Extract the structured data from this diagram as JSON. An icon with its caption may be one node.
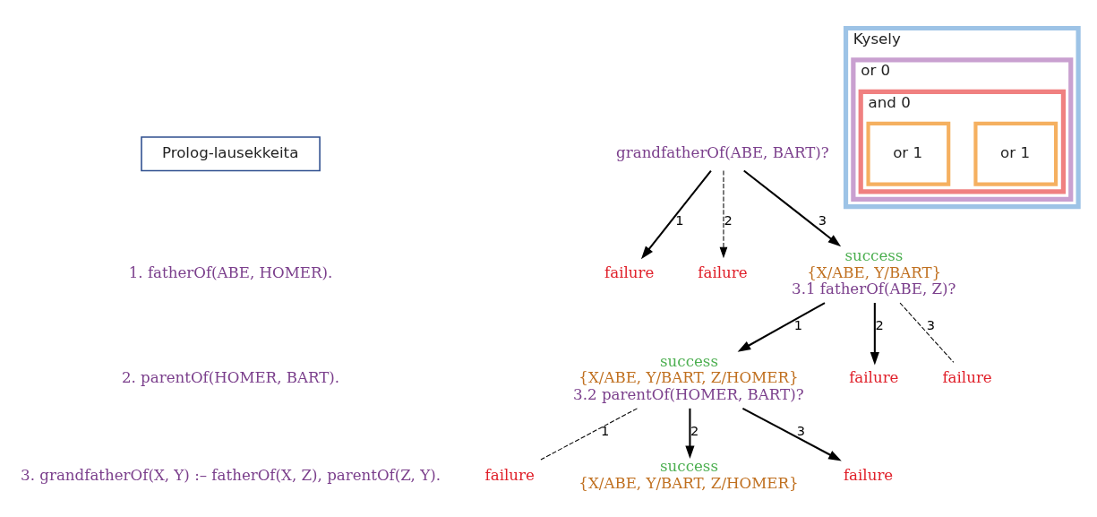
{
  "diagram": {
    "nodes": [
      {
        "text": [
          "Prolog-lausekkeita"
        ]
      },
      {
        "text": [
          "grandfatherOf(ABE, BART)?"
        ]
      },
      {
        "text": [
          "failure"
        ]
      },
      {
        "text": [
          "failure"
        ]
      },
      {
        "text": [
          "success",
          "{X/ABE, Y/BART}",
          "3.1 fatherOf(ABE, Z)?"
        ]
      },
      {
        "text": [
          "success",
          "{X/ABE, Y/BART, Z/HOMER}",
          "3.2 parentOf(HOMER, BART)?"
        ]
      },
      {
        "text": [
          "failure"
        ]
      },
      {
        "text": [
          "failure"
        ]
      },
      {
        "text": [
          "failure"
        ]
      },
      {
        "text": [
          "success",
          "{X/ABE, Y/BART, Z/HOMER}"
        ]
      },
      {
        "text": [
          "failure"
        ]
      },
      {
        "text": [
          "Kysely"
        ]
      },
      {
        "text": [
          "or 0"
        ],
        "in": 11
      },
      {
        "text": [
          "and 0"
        ],
        "in": 12
      },
      {
        "text": [
          "or 1"
        ],
        "in": 13
      },
      {
        "text": [
          "or 1"
        ],
        "in": 13
      }
    ],
    "edges": [
      {
        "from": 1,
        "to": 2,
        "arrow": "to",
        "label": "1"
      },
      {
        "from": 1,
        "to": 3,
        "arrow": "to",
        "label": "2",
        "style": "dashed"
      },
      {
        "from": 1,
        "to": 4,
        "arrow": "to",
        "label": "3"
      },
      {
        "from": 4,
        "to": 5,
        "arrow": "to",
        "label": "1"
      },
      {
        "from": 4,
        "to": 6,
        "arrow": "to",
        "label": "2"
      },
      {
        "from": 4,
        "to": 7,
        "arrow": "none",
        "label": "3",
        "style": "dashed"
      },
      {
        "from": 5,
        "to": 8,
        "arrow": "none",
        "label": "1",
        "style": "dashed"
      },
      {
        "from": 5,
        "to": 9,
        "arrow": "to",
        "label": "2"
      },
      {
        "from": 5,
        "to": 10,
        "arrow": "to",
        "label": "3"
      }
    ],
    "labels": [
      "1. fatherOf(ABE, HOMER).",
      "2. parentOf(HOMER, BART).",
      "3. grandfatherOf(X, Y) :– fatherOf(X, Z), parentOf(Z, Y)."
    ]
  }
}
